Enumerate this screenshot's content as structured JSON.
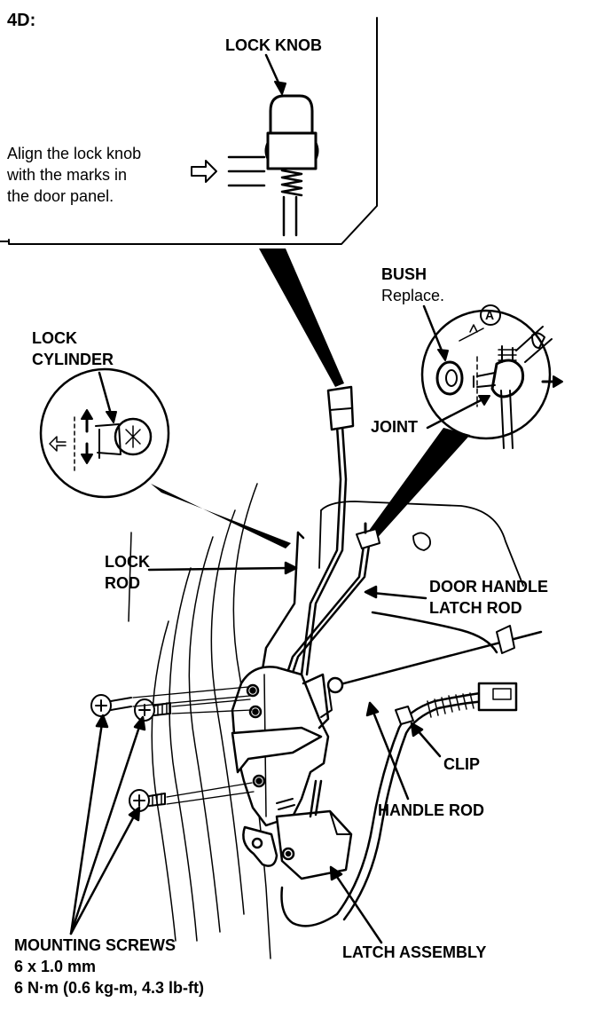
{
  "figure_id": "4D:",
  "labels": {
    "lock_knob": "LOCK KNOB",
    "align_note": [
      "Align the lock knob",
      "with the marks in",
      "the door panel."
    ],
    "bush": "BUSH",
    "bush_note": "Replace.",
    "circle_a": "A",
    "lock_cylinder": [
      "LOCK",
      "CYLINDER"
    ],
    "joint": "JOINT",
    "lock_rod": [
      "LOCK",
      "ROD"
    ],
    "door_handle_latch_rod": [
      "DOOR HANDLE",
      "LATCH ROD"
    ],
    "clip": "CLIP",
    "handle_rod": "HANDLE ROD",
    "latch_assembly": "LATCH ASSEMBLY",
    "mounting_screws": "MOUNTING SCREWS",
    "screw_size": "6 x 1.0 mm",
    "torque": "6 N·m (0.6 kg-m, 4.3 lb-ft)"
  }
}
